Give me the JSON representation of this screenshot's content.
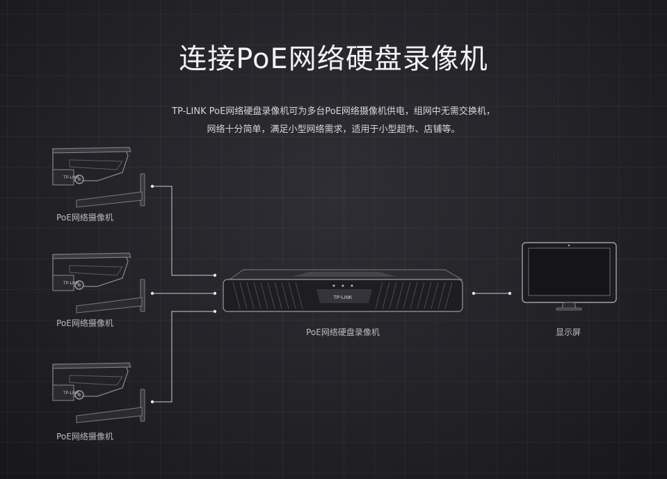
{
  "title": "连接PoE网络硬盘录像机",
  "description": {
    "line1": "TP-LINK PoE网络硬盘录像机可为多台PoE网络摄像机供电，组网中无需交换机，",
    "line2": "网络十分简单，满足小型网络需求，适用于小型超市、店铺等。"
  },
  "cameras": [
    {
      "label": "PoE网络摄像机",
      "brand": "TP-LINK"
    },
    {
      "label": "PoE网络摄像机",
      "brand": "TP-LINK"
    },
    {
      "label": "PoE网络摄像机",
      "brand": "TP-LINK"
    }
  ],
  "nvr": {
    "label": "PoE网络硬盘录像机",
    "brand": "TP-LINK"
  },
  "monitor": {
    "label": "显示屏"
  },
  "colors": {
    "line": "#cfcfcf",
    "device": "#6a6a70",
    "background": "#222227"
  }
}
